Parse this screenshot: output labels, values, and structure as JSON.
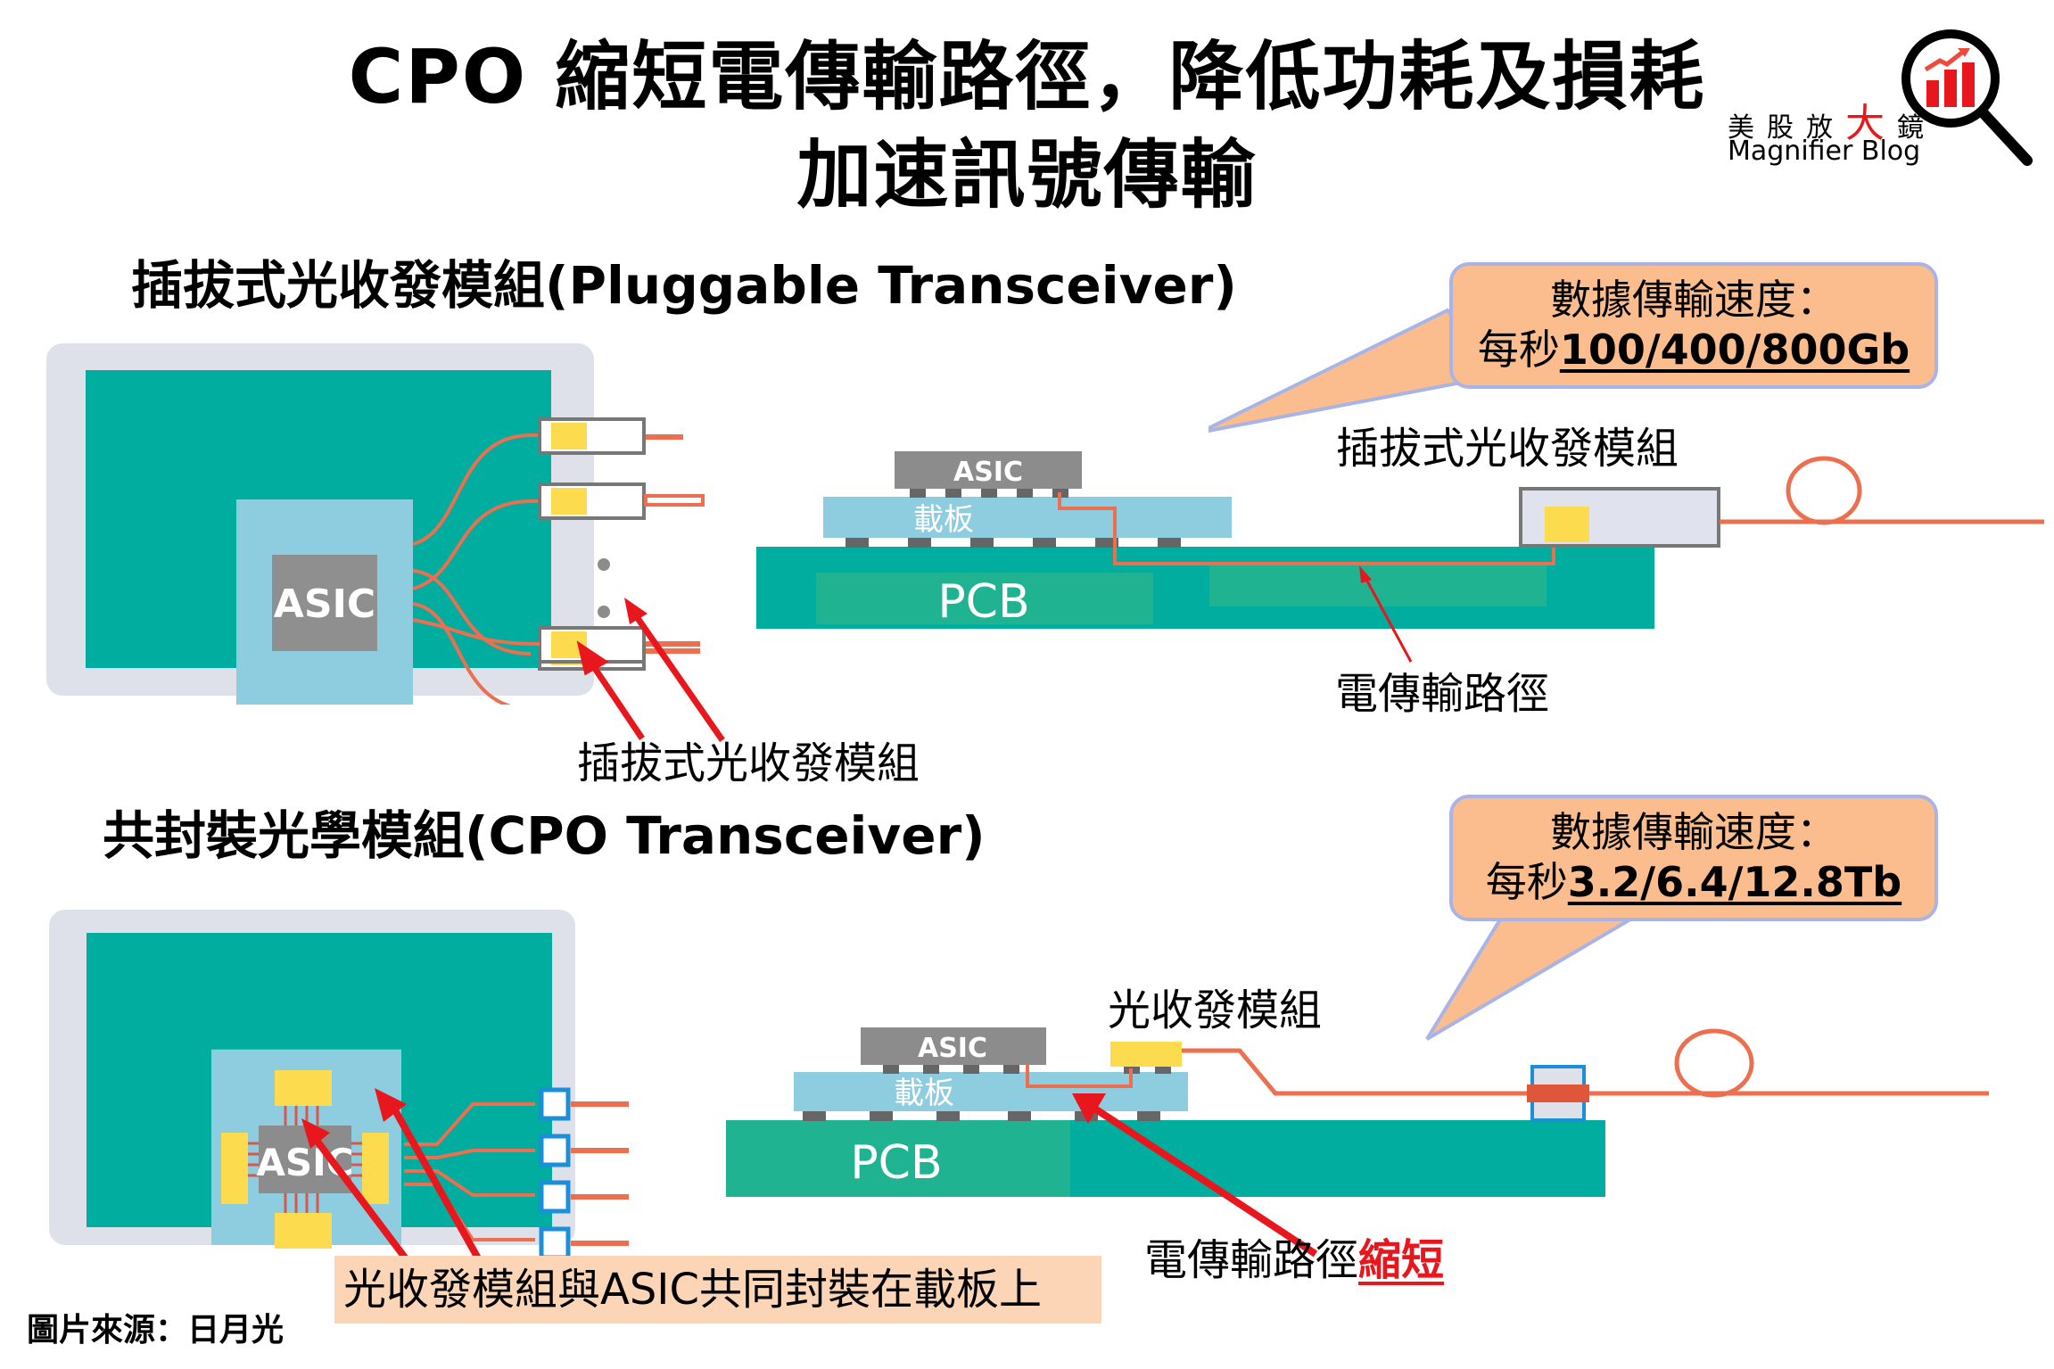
{
  "title": {
    "line1": "CPO 縮短電傳輸路徑，降低功耗及損耗",
    "line2": "加速訊號傳輸"
  },
  "logo": {
    "cn_prefix": "美股放",
    "cn_big": "大",
    "cn_suffix": "鏡",
    "en": "Magnifier Blog",
    "icon": "magnifier-bar-chart-icon",
    "accent_color": "#e8171d"
  },
  "pluggable": {
    "heading": "插拔式光收發模組(Pluggable Transceiver)",
    "top_view": {
      "chip_label": "ASIC",
      "module_callout": "插拔式光收發模組"
    },
    "cross_section": {
      "chip_label": "ASIC",
      "substrate_label": "載板",
      "pcb_label": "PCB",
      "module_label": "插拔式光收發模組",
      "path_label": "電傳輸路徑"
    },
    "speed_bubble": {
      "line1": "數據傳輸速度：",
      "prefix": "每秒",
      "value": "100/400/800Gb"
    }
  },
  "cpo": {
    "heading": "共封裝光學模組(CPO Transceiver)",
    "top_view": {
      "chip_label": "ASIC",
      "callout": "光收發模組與ASIC共同封裝在載板上"
    },
    "cross_section": {
      "chip_label": "ASIC",
      "substrate_label": "載板",
      "pcb_label": "PCB",
      "module_label": "光收發模組",
      "path_label": "電傳輸路徑",
      "path_emphasis": "縮短"
    },
    "speed_bubble": {
      "line1": "數據傳輸速度：",
      "prefix": "每秒",
      "value": "3.2/6.4/12.8Tb"
    }
  },
  "source": "圖片來源：日月光",
  "colors": {
    "pcb_teal": "#00ad9f",
    "pcb_inner": "#1fb392",
    "substrate_blue": "#8ecde0",
    "chip_gray": "#8c8c8c",
    "frame_gray": "#dfe1ea",
    "module_yellow": "#fcdb4f",
    "trace_orange": "#ec6f4f",
    "arrow_red": "#e8171d",
    "bubble_fill": "#fbbd8e",
    "bubble_border": "#a9b4e6",
    "note_fill": "#fbd5b5",
    "connector_blue": "#1c8fd8"
  }
}
